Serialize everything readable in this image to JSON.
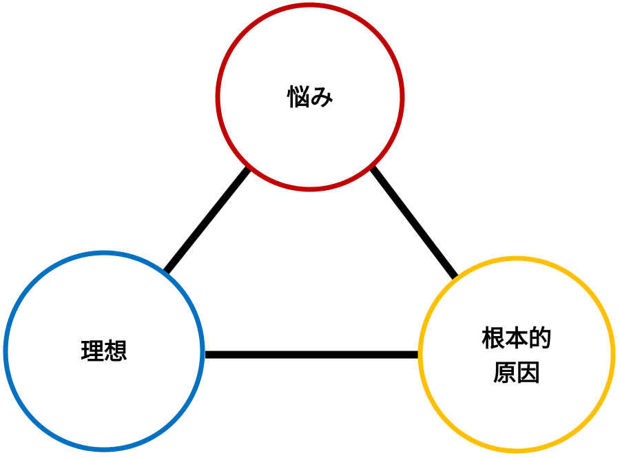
{
  "diagram": {
    "nodes": {
      "top": {
        "lines": [
          "悩み"
        ],
        "color": "#C00000"
      },
      "left": {
        "lines": [
          "理想"
        ],
        "color": "#0070C0"
      },
      "right": {
        "lines": [
          "根本的",
          "原因"
        ],
        "color": "#FFC000"
      }
    },
    "edges": [
      {
        "from": "top",
        "to": "left",
        "color": "#000000"
      },
      {
        "from": "top",
        "to": "right",
        "color": "#000000"
      },
      {
        "from": "left",
        "to": "right",
        "color": "#000000"
      }
    ]
  }
}
